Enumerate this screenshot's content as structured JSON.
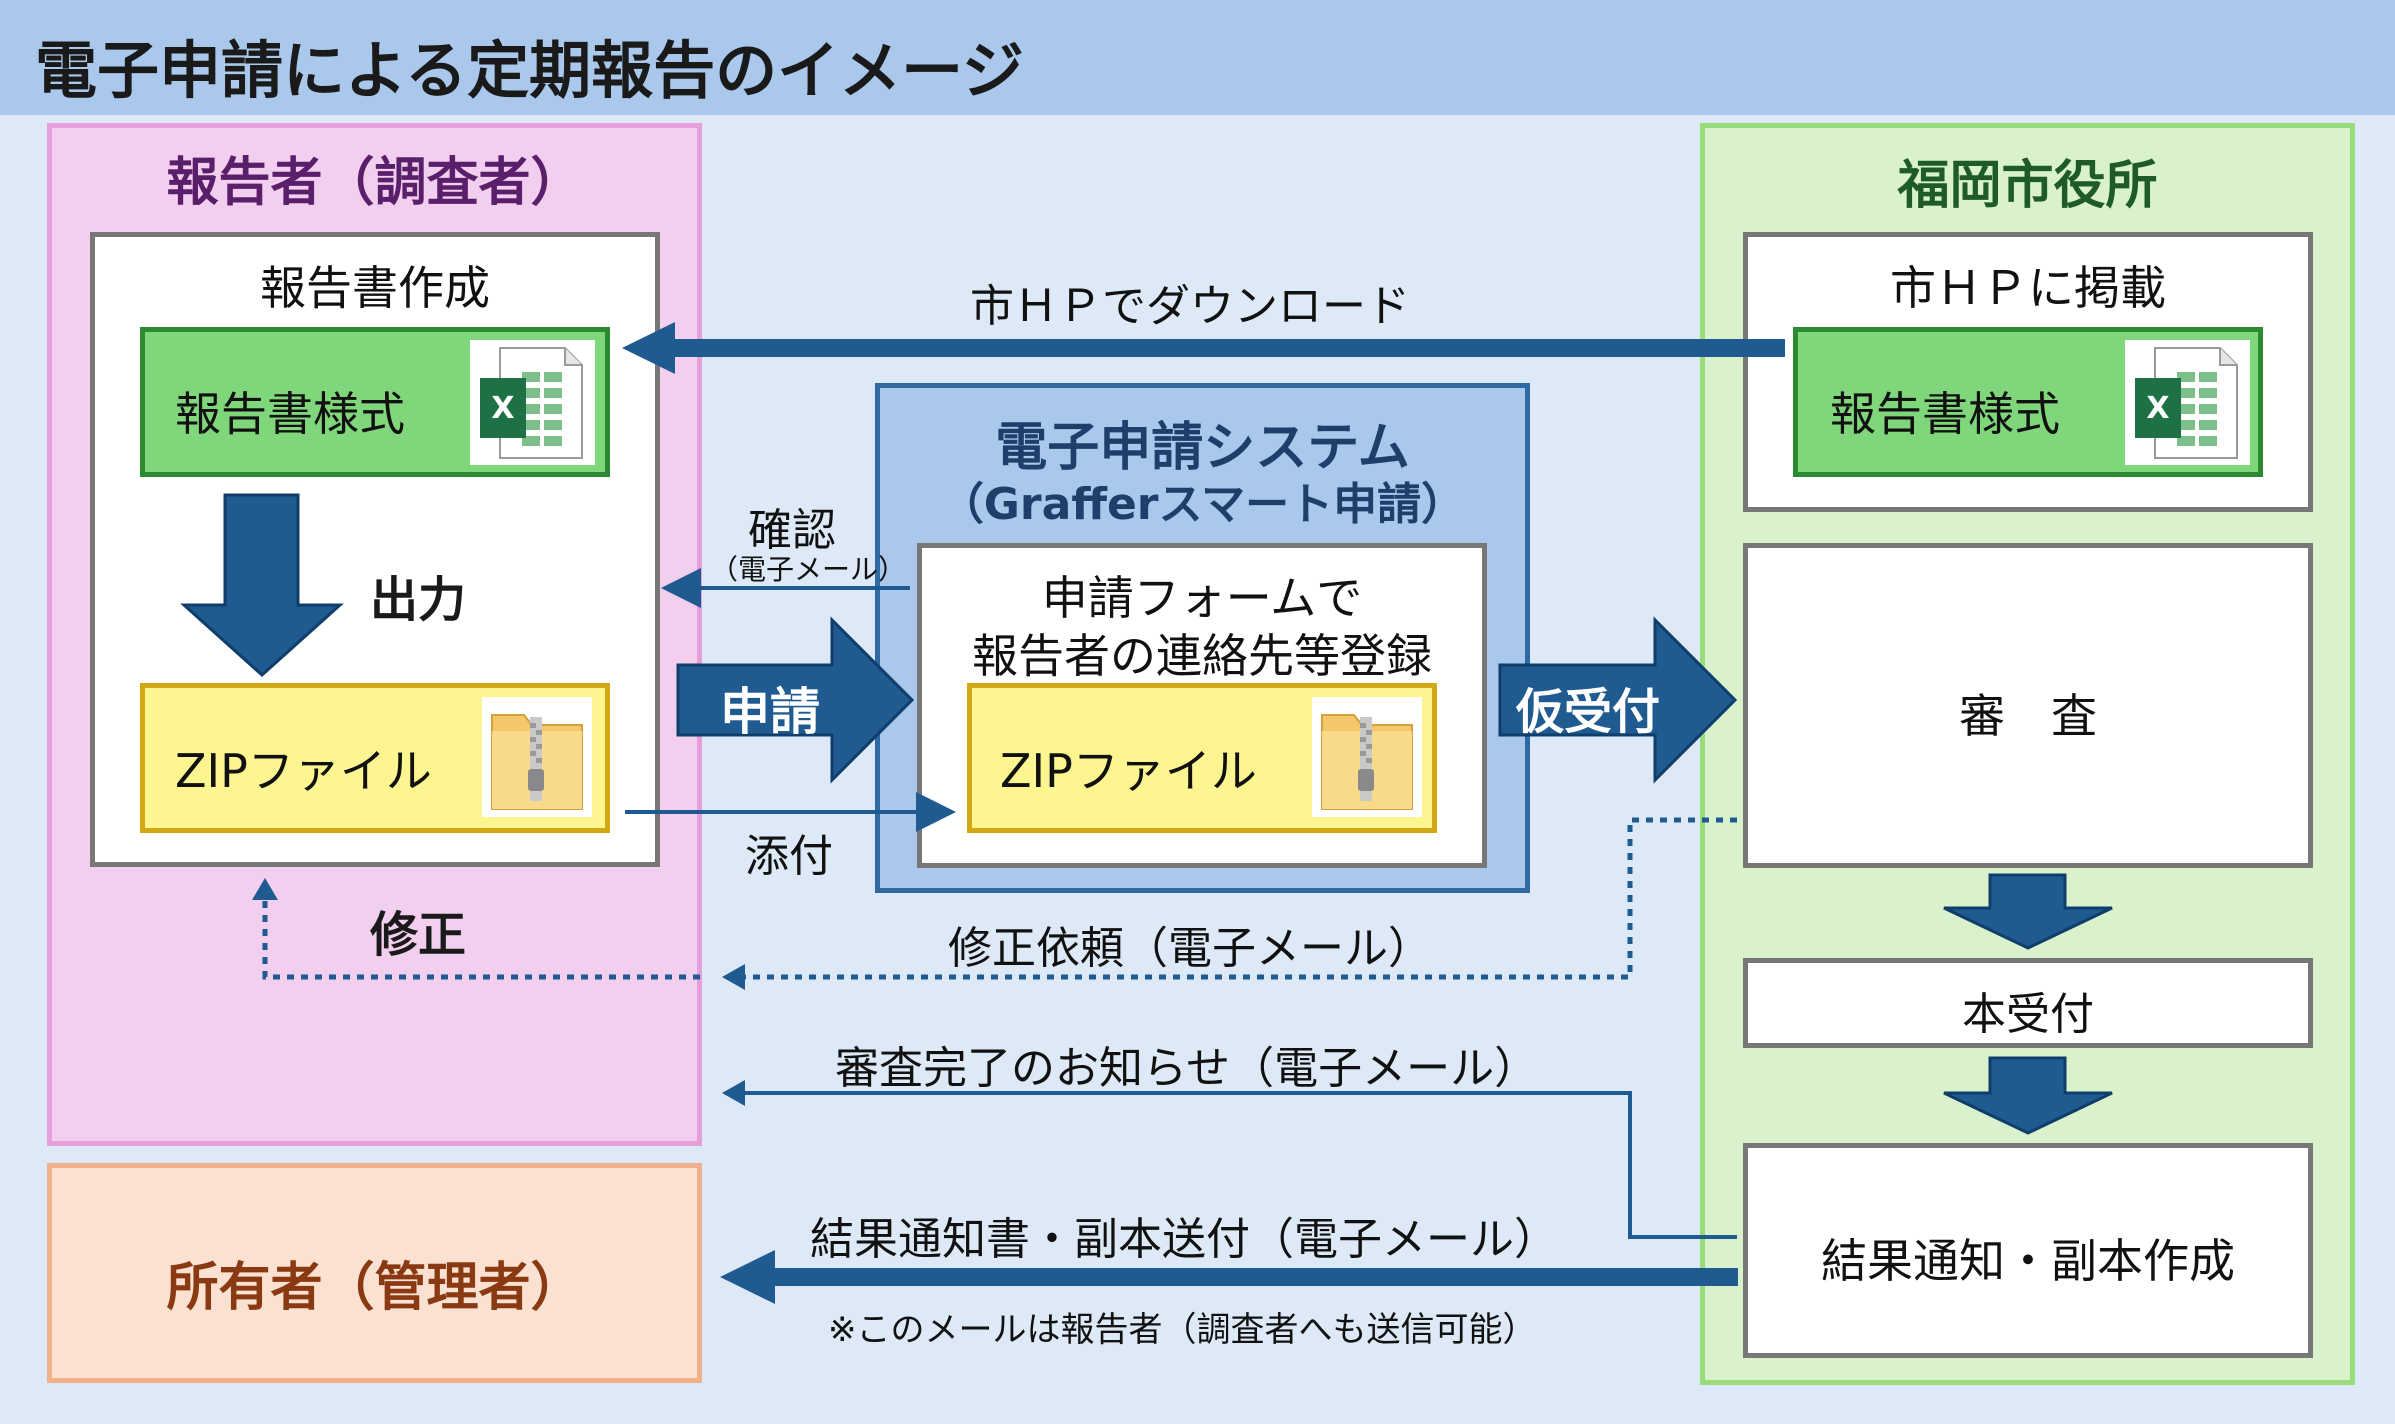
{
  "title": "電子申請による定期報告のイメージ",
  "reporter": {
    "heading": "報告者（調査者）",
    "create_box_title": "報告書作成",
    "template_label": "報告書様式",
    "output_label": "出力",
    "zip_label": "ZIPファイル",
    "fix_label": "修正"
  },
  "owner": {
    "heading": "所有者（管理者）"
  },
  "city": {
    "heading": "福岡市役所",
    "hp_box_title": "市ＨＰに掲載",
    "template_label": "報告書様式",
    "review_label": "審　査",
    "final_receipt_label": "本受付",
    "result_label": "結果通知・副本作成"
  },
  "system": {
    "heading": "電子申請システム",
    "subheading": "（Grafferスマート申請）",
    "form_line1": "申請フォームで",
    "form_line2": "報告者の連絡先等登録",
    "zip_label": "ZIPファイル"
  },
  "flows": {
    "download": "市ＨＰでダウンロード",
    "confirm": "確認",
    "confirm_sub": "（電子メール）",
    "apply": "申請",
    "attach": "添付",
    "provisional": "仮受付",
    "fix_request": "修正依頼（電子メール）",
    "review_done": "審査完了のお知らせ（電子メール）",
    "result_send": "結果通知書・副本送付（電子メール）",
    "note": "※このメールは報告者（調査者へも送信可能）"
  },
  "colors": {
    "arrow_blue": "#1f5a91",
    "panel_pink": "#f2cfee",
    "panel_green": "#d9f2cc",
    "panel_orange": "#fbe1d1",
    "system_blue": "#a9c8ec",
    "excel_green": "#1e7145",
    "zip_yellow": "#fdf690"
  },
  "icons": [
    "excel-file-icon",
    "zip-folder-icon"
  ]
}
